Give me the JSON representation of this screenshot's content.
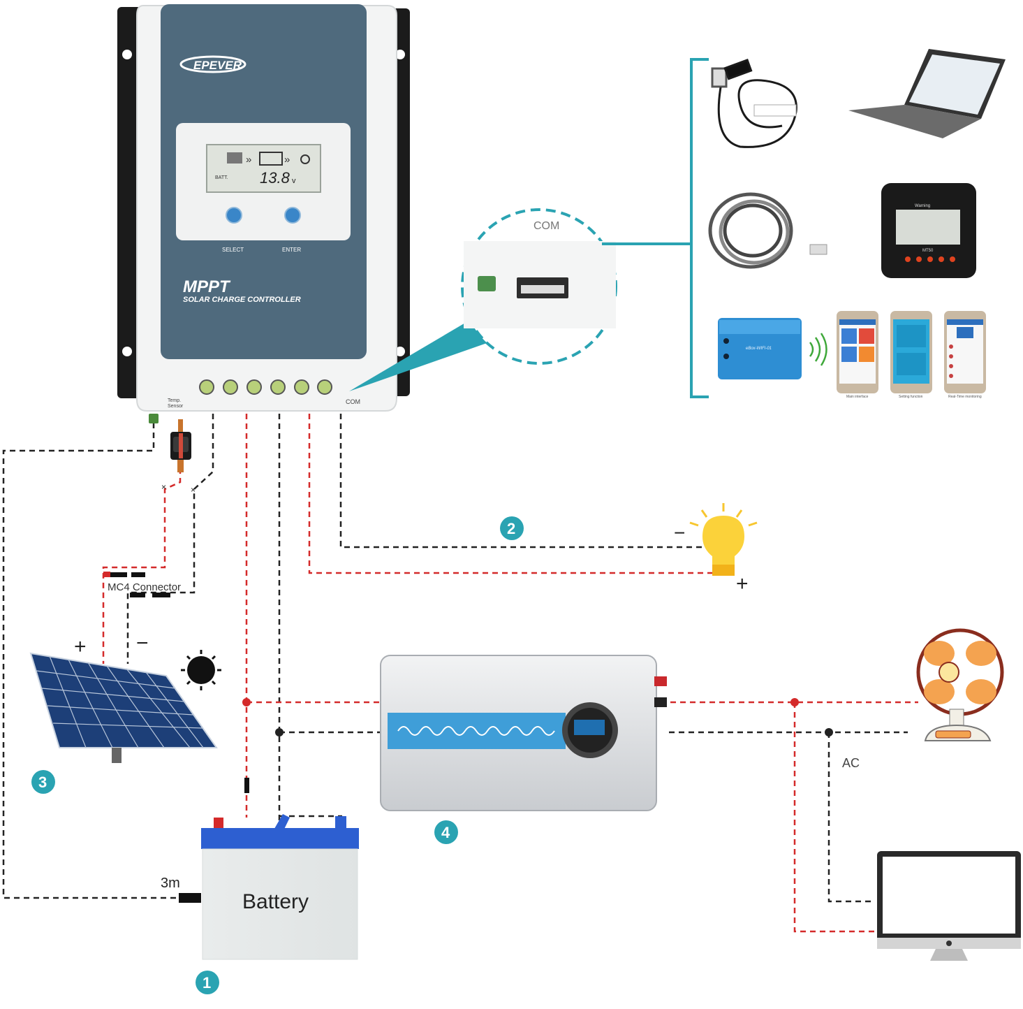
{
  "controller": {
    "brand": "EPEVER",
    "lcd_label": "BATT.",
    "lcd_value": "13.8",
    "lcd_unit": "v",
    "select_label": "SELECT",
    "enter_label": "ENTER",
    "model": "MPPT",
    "subtitle": "SOLAR CHARGE CONTROLLER",
    "temp_label_1": "Temp.",
    "temp_label_2": "Sensor",
    "com_label": "COM"
  },
  "zoom": {
    "com_label": "COM"
  },
  "accessories": {
    "meter_brand": "MT50",
    "meter_top": "Warning",
    "wifi_label": "eBox-WIFI-01",
    "phone_captions": [
      "Main interface",
      "Setting function",
      "Real-Time monitoring"
    ]
  },
  "wiring": {
    "mc4_label": "MC4 Connector",
    "distance_label": "3m",
    "ac_label": "AC",
    "plus": "+",
    "minus": "−"
  },
  "battery": {
    "label": "Battery"
  },
  "badges": [
    "1",
    "2",
    "3",
    "4"
  ],
  "colors": {
    "teal": "#2aa3b2",
    "red_wire": "#d42a2a",
    "black_wire": "#222222",
    "panel_blue": "#4f6a7d",
    "inverter_stripe": "#3f9ed8"
  }
}
